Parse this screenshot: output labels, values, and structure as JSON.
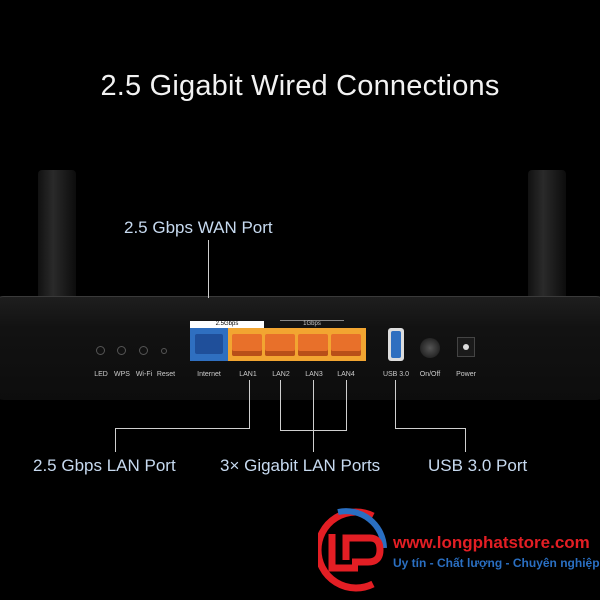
{
  "title": "2.5 Gigabit Wired Connections",
  "callouts": {
    "wan": "2.5 Gbps WAN Port",
    "lan25": "2.5 Gbps LAN Port",
    "gig_lan": "3× Gigabit LAN Ports",
    "usb": "USB 3.0 Port"
  },
  "panel": {
    "buttons": [
      "LED",
      "WPS",
      "Wi-Fi",
      "Reset"
    ],
    "wan_speed": "2.5Gbps",
    "lan_speed": "1Gbps",
    "ports": [
      "Internet",
      "LAN1",
      "LAN2",
      "LAN3",
      "LAN4",
      "USB 3.0",
      "On/Off",
      "Power"
    ]
  },
  "watermark": {
    "url": "www.longphatstore.com",
    "tagline": "Uy tín - Chất lượng - Chuyên nghiệp",
    "logo_text": "LP"
  },
  "colors": {
    "wan": "#2f6fc0",
    "lan": "#f2a531",
    "logo_red": "#e31e24",
    "logo_blue": "#2a6fc2"
  }
}
